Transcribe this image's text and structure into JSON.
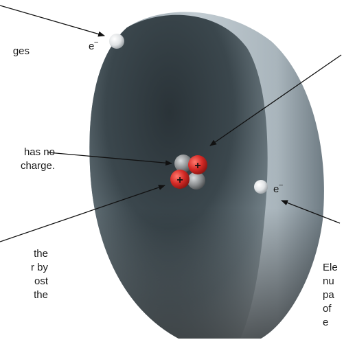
{
  "electrons": [
    {
      "symbol": "e",
      "charge": "–"
    },
    {
      "symbol": "e",
      "charge": "–"
    }
  ],
  "nucleus": {
    "proton_sign": "+"
  },
  "labels": {
    "top_left": "ges",
    "mid_left": "has no\ncharge.",
    "bottom_left": "the\nr by\nost\nthe",
    "bottom_right": "Ele\nnu\npa\nof\ne"
  },
  "colors": {
    "proton": "#d42a26",
    "neutron": "#8a8d8f",
    "electron": "#e6e8e9",
    "shell_outer": "#b9c4cb",
    "shell_inner": "#2f3a40"
  }
}
